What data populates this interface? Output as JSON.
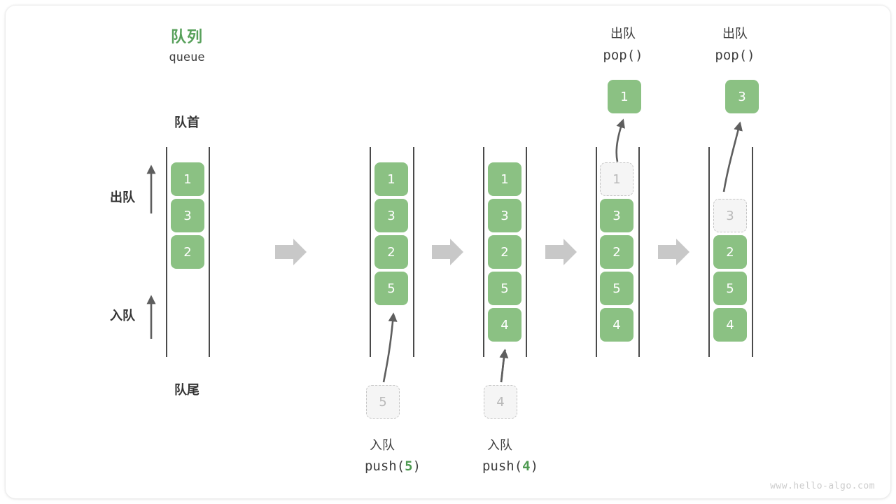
{
  "diagram": {
    "title_cn": "队列",
    "title_en": "queue",
    "front_label": "队首",
    "rear_label": "队尾",
    "dequeue_label": "出队",
    "enqueue_label": "入队",
    "watermark": "www.hello-algo.com",
    "accent_green": "#8bc183",
    "title_green": "#57a05a",
    "ghost_gray": "#b9b9b9",
    "rail_color": "#4a4a4a",
    "step_arrow_color": "#c8c8c8"
  },
  "columns": [
    {
      "id": "col-initial",
      "caption_cn": "",
      "caption_code": "",
      "items": [
        "1",
        "3",
        "2"
      ],
      "ghost_slot": null,
      "incoming": null,
      "popped": null
    },
    {
      "id": "col-push-5",
      "caption_cn": "入队",
      "caption_code_prefix": "push(",
      "caption_code_arg": "5",
      "caption_code_suffix": ")",
      "items": [
        "1",
        "3",
        "2",
        "5"
      ],
      "ghost_slot": null,
      "incoming": "5",
      "popped": null
    },
    {
      "id": "col-push-4",
      "caption_cn": "入队",
      "caption_code_prefix": "push(",
      "caption_code_arg": "4",
      "caption_code_suffix": ")",
      "items": [
        "1",
        "3",
        "2",
        "5",
        "4"
      ],
      "ghost_slot": null,
      "incoming": "4",
      "popped": null
    },
    {
      "id": "col-pop-1",
      "caption_cn": "出队",
      "caption_code": "pop()",
      "items": [
        "3",
        "2",
        "5",
        "4"
      ],
      "ghost_slot": "1",
      "incoming": null,
      "popped": "1"
    },
    {
      "id": "col-pop-3",
      "caption_cn": "出队",
      "caption_code": "pop()",
      "items": [
        "2",
        "5",
        "4"
      ],
      "ghost_slot": "3",
      "incoming": null,
      "popped": "3"
    }
  ],
  "step_arrows": [
    {
      "id": "step-arrow-1"
    },
    {
      "id": "step-arrow-2"
    },
    {
      "id": "step-arrow-3"
    },
    {
      "id": "step-arrow-4"
    }
  ]
}
